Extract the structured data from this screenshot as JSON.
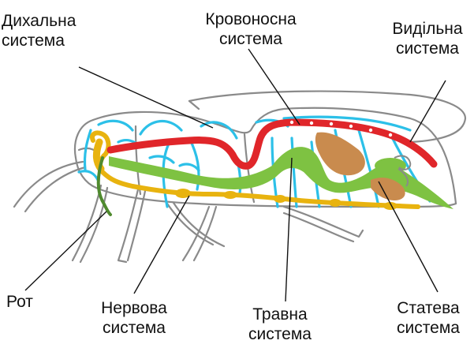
{
  "labels": {
    "respiratory": [
      "Дихальна",
      "система"
    ],
    "circulatory": [
      "Кровоносна",
      "система"
    ],
    "excretory": [
      "Видільна",
      "система"
    ],
    "mouth": [
      "Рот"
    ],
    "nervous": [
      "Нервова",
      "система"
    ],
    "digestive": [
      "Травна",
      "система"
    ],
    "reproductive": [
      "Статева",
      "система"
    ]
  },
  "colors": {
    "outline": "#8a8a8a",
    "tracheae": "#2cc0e8",
    "heart": "#e0262a",
    "digestive": "#7ec242",
    "nervous": "#e8b30f",
    "reproductive": "#c98b4e",
    "mouthparts": "#4f8a2e"
  }
}
